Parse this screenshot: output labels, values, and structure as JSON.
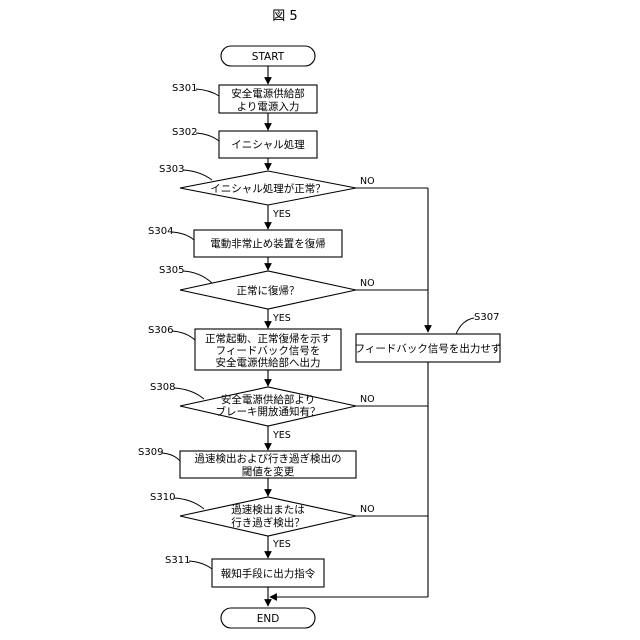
{
  "figure": {
    "title": "図 5"
  },
  "nodes": {
    "start": {
      "lines": [
        "START"
      ]
    },
    "s301": {
      "step": "S301",
      "lines": [
        "安全電源供給部",
        "より電源入力"
      ]
    },
    "s302": {
      "step": "S302",
      "lines": [
        "イニシャル処理"
      ]
    },
    "s303": {
      "step": "S303",
      "lines": [
        "イニシャル処理が正常？"
      ]
    },
    "s304": {
      "step": "S304",
      "lines": [
        "電動非常止め装置を復帰"
      ]
    },
    "s305": {
      "step": "S305",
      "lines": [
        "正常に復帰？"
      ]
    },
    "s306": {
      "step": "S306",
      "lines": [
        "正常起動、正常復帰を示す",
        "フィードバック信号を",
        "安全電源供給部へ出力"
      ]
    },
    "s307": {
      "step": "S307",
      "lines": [
        "フィードバック信号を出力せず"
      ]
    },
    "s308": {
      "step": "S308",
      "lines": [
        "安全電源供給部より",
        "ブレーキ開放通知有？"
      ]
    },
    "s309": {
      "step": "S309",
      "lines": [
        "過速検出および行き過ぎ検出の",
        "閾値を変更"
      ]
    },
    "s310": {
      "step": "S310",
      "lines": [
        "過速検出または",
        "行き過ぎ検出？"
      ]
    },
    "s311": {
      "step": "S311",
      "lines": [
        "報知手段に出力指令"
      ]
    },
    "end": {
      "lines": [
        "END"
      ]
    }
  },
  "branches": {
    "yes": "YES",
    "no": "NO"
  }
}
